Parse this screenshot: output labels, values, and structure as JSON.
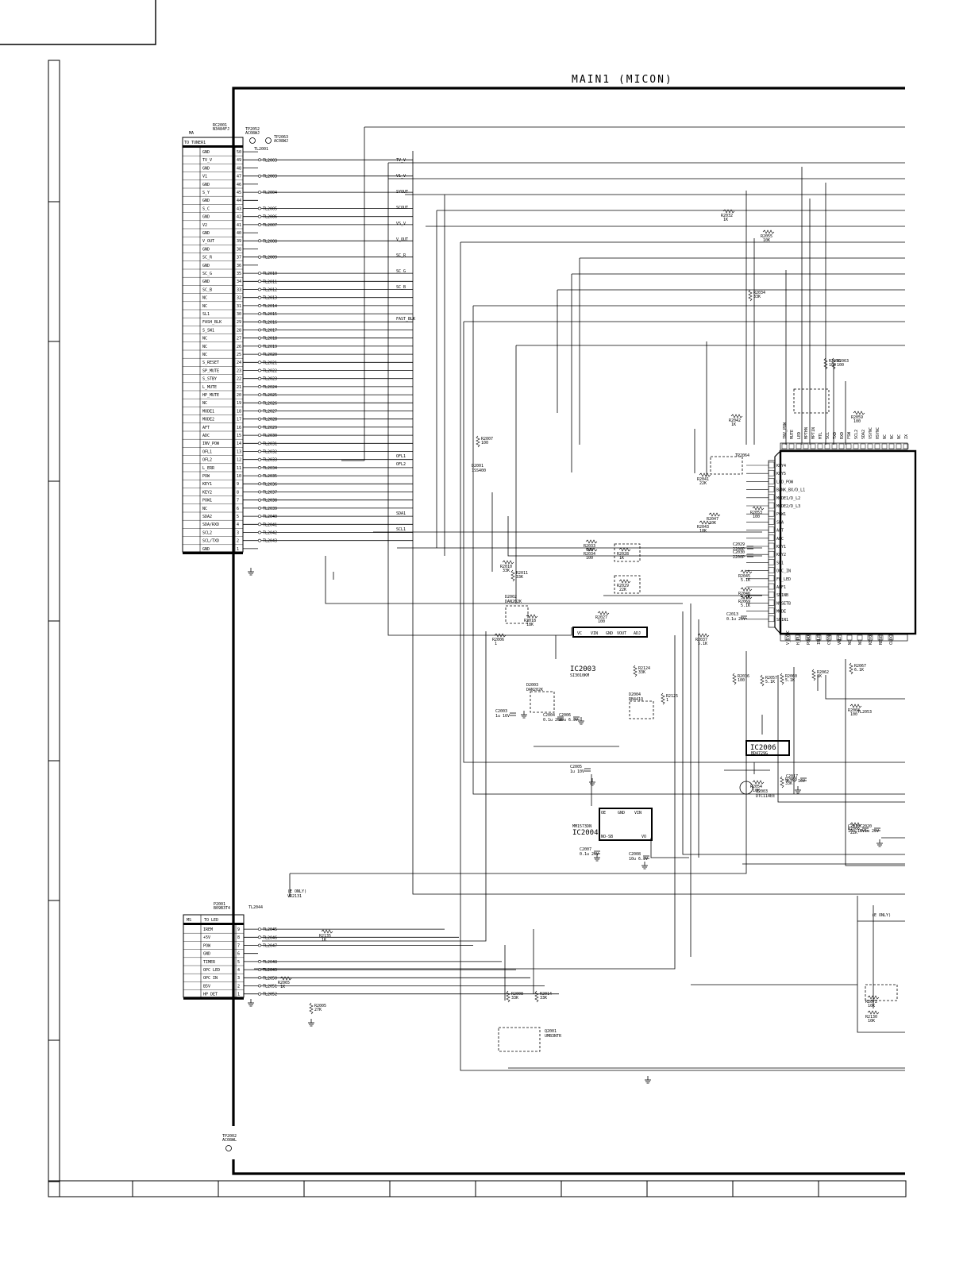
{
  "title": "MAIN1 (MICON)",
  "tuner_connector": {
    "ref": "MA",
    "part": "RC2001",
    "part_no": "N3484FJ",
    "header": "TO TUNER1",
    "pins": [
      {
        "n": "50",
        "name": "GND",
        "tl": ""
      },
      {
        "n": "49",
        "name": "TV_V",
        "tl": "TL2003"
      },
      {
        "n": "48",
        "name": "GND",
        "tl": ""
      },
      {
        "n": "47",
        "name": "V1",
        "tl": "TL2003"
      },
      {
        "n": "46",
        "name": "GND",
        "tl": ""
      },
      {
        "n": "45",
        "name": "S_Y",
        "tl": "TL2004"
      },
      {
        "n": "44",
        "name": "GND",
        "tl": ""
      },
      {
        "n": "43",
        "name": "S_C",
        "tl": "TL2005"
      },
      {
        "n": "42",
        "name": "GND",
        "tl": "TL2006"
      },
      {
        "n": "41",
        "name": "V2",
        "tl": "TL2007"
      },
      {
        "n": "40",
        "name": "GND",
        "tl": ""
      },
      {
        "n": "39",
        "name": "V_OUT",
        "tl": "TL2008"
      },
      {
        "n": "38",
        "name": "GND",
        "tl": ""
      },
      {
        "n": "37",
        "name": "SC_R",
        "tl": "TL2009"
      },
      {
        "n": "36",
        "name": "GND",
        "tl": ""
      },
      {
        "n": "35",
        "name": "SC_G",
        "tl": "TL2010"
      },
      {
        "n": "34",
        "name": "GND",
        "tl": "TL2011"
      },
      {
        "n": "33",
        "name": "SC_B",
        "tl": "TL2012"
      },
      {
        "n": "32",
        "name": "NC",
        "tl": "TL2013"
      },
      {
        "n": "31",
        "name": "NC",
        "tl": "TL2014"
      },
      {
        "n": "30",
        "name": "SL1",
        "tl": "TL2015"
      },
      {
        "n": "29",
        "name": "FASH_BLK",
        "tl": "TL2016"
      },
      {
        "n": "28",
        "name": "S_SW1",
        "tl": "TL2017"
      },
      {
        "n": "27",
        "name": "NC",
        "tl": "TL2018"
      },
      {
        "n": "26",
        "name": "NC",
        "tl": "TL2019"
      },
      {
        "n": "25",
        "name": "NC",
        "tl": "TL2020"
      },
      {
        "n": "24",
        "name": "S_RESET",
        "tl": "TL2021"
      },
      {
        "n": "23",
        "name": "SP_MUTE",
        "tl": "TL2022"
      },
      {
        "n": "22",
        "name": "S_STBY",
        "tl": "TL2023"
      },
      {
        "n": "21",
        "name": "L_MUTE",
        "tl": "TL2024"
      },
      {
        "n": "20",
        "name": "HP_MUTE",
        "tl": "TL2025"
      },
      {
        "n": "19",
        "name": "NC",
        "tl": "TL2026"
      },
      {
        "n": "18",
        "name": "MODE1",
        "tl": "TL2027"
      },
      {
        "n": "17",
        "name": "MODE2",
        "tl": "TL2028"
      },
      {
        "n": "16",
        "name": "AFT",
        "tl": "TL2029"
      },
      {
        "n": "15",
        "name": "ADC",
        "tl": "TL2030"
      },
      {
        "n": "14",
        "name": "INV_POW",
        "tl": "TL2031"
      },
      {
        "n": "13",
        "name": "OFL1",
        "tl": "TL2032"
      },
      {
        "n": "12",
        "name": "OFL2",
        "tl": "TL2033"
      },
      {
        "n": "11",
        "name": "L_ERR",
        "tl": "TL2034"
      },
      {
        "n": "10",
        "name": "POW",
        "tl": "TL2035"
      },
      {
        "n": "9",
        "name": "KEY1",
        "tl": "TL2036"
      },
      {
        "n": "8",
        "name": "KEY2",
        "tl": "TL2037"
      },
      {
        "n": "7",
        "name": "POW1",
        "tl": "TL2038"
      },
      {
        "n": "6",
        "name": "NC",
        "tl": "TL2039"
      },
      {
        "n": "5",
        "name": "SDA2",
        "tl": "TL2040"
      },
      {
        "n": "4",
        "name": "SDA/RXD",
        "tl": "TL2041"
      },
      {
        "n": "3",
        "name": "SCL2",
        "tl": "TL2042"
      },
      {
        "n": "2",
        "name": "SCL/TXD",
        "tl": "TL2043"
      },
      {
        "n": "1",
        "name": "GND",
        "tl": ""
      }
    ]
  },
  "led_connector": {
    "ref": "MS",
    "part": "P2001",
    "part_no": "B09B3T4",
    "header": "TO LED",
    "pins": [
      {
        "n": "9",
        "name": "IREM",
        "tl": "TL2045"
      },
      {
        "n": "8",
        "name": "+5V",
        "tl": "TL2046"
      },
      {
        "n": "7",
        "name": "POW",
        "tl": "TL2047"
      },
      {
        "n": "6",
        "name": "GND",
        "tl": ""
      },
      {
        "n": "5",
        "name": "TIMER",
        "tl": "TL2048"
      },
      {
        "n": "4",
        "name": "OPC LED",
        "tl": "TL2049"
      },
      {
        "n": "3",
        "name": "OPC IN",
        "tl": "TL2050"
      },
      {
        "n": "2",
        "name": "B5V",
        "tl": "TL2051"
      },
      {
        "n": "1",
        "name": "HP DET",
        "tl": "TL2052"
      }
    ]
  },
  "test_points": [
    {
      "name": "TP2052",
      "part": "AC08WJ"
    },
    {
      "name": "TP2063",
      "part": "AC08WJ"
    },
    {
      "name": "TP2002",
      "part": "AC08WL"
    }
  ],
  "bus_labels": [
    "TV_V",
    "V1_V",
    "SYOUT",
    "SCOUT",
    "VS_V",
    "V_OUT",
    "SC_R",
    "SC_G",
    "SC_B",
    "FAST_BLK",
    "OFL1",
    "OFL2",
    "SDA1",
    "SCL1"
  ],
  "ics": [
    {
      "ref": "IC2003",
      "part": "SI3010KM",
      "pins": [
        "VC",
        "VIN",
        "GND",
        "VOUT",
        "ADJ"
      ]
    },
    {
      "ref": "IC2006",
      "part": "BD4729G"
    },
    {
      "ref": "IC2004",
      "part": "MM1573DN",
      "pins": [
        "OE",
        "GND",
        "VIN",
        "NO-SB",
        "VO"
      ]
    }
  ],
  "transistors": [
    {
      "ref": "Q2003",
      "part": "DTC114EE"
    },
    {
      "ref": "Q2001",
      "part": "UMB3NTR"
    }
  ],
  "diodes": [
    {
      "ref": "D2001",
      "part": "1SS400"
    },
    {
      "ref": "D2002",
      "part": "DAN202K"
    },
    {
      "ref": "D2003",
      "part": "DAN202K"
    },
    {
      "ref": "D2004",
      "part": "RB441Q"
    }
  ],
  "resistors": [
    {
      "ref": "R2032",
      "val": "1K"
    },
    {
      "ref": "R2055",
      "val": "10K"
    },
    {
      "ref": "R2034",
      "val": "33K"
    },
    {
      "ref": "R2056",
      "val": "100"
    },
    {
      "ref": "R2063",
      "val": "100"
    },
    {
      "ref": "R2059",
      "val": "100"
    },
    {
      "ref": "R2042",
      "val": "1K"
    },
    {
      "ref": "R2041",
      "val": "22K"
    },
    {
      "ref": "R2047",
      "val": "10K"
    },
    {
      "ref": "R2043",
      "val": "10K"
    },
    {
      "ref": "R2053",
      "val": "100"
    },
    {
      "ref": "R2033",
      "val": "100"
    },
    {
      "ref": "R2034",
      "val": "100"
    },
    {
      "ref": "R2028",
      "val": "1K"
    },
    {
      "ref": "R2029",
      "val": "22K"
    },
    {
      "ref": "R2045",
      "val": "5.1K"
    },
    {
      "ref": "R2046",
      "val": "5.1K"
    },
    {
      "ref": "R2069",
      "val": "5.1K"
    },
    {
      "ref": "R2010",
      "val": "33K"
    },
    {
      "ref": "R2011",
      "val": "33K"
    },
    {
      "ref": "R2007",
      "val": "100"
    },
    {
      "ref": "R2006",
      "val": "1"
    },
    {
      "ref": "R2018",
      "val": "18K"
    },
    {
      "ref": "R2027",
      "val": "100"
    },
    {
      "ref": "R2037",
      "val": "5.1K"
    },
    {
      "ref": "R2124",
      "val": "33K"
    },
    {
      "ref": "R2125",
      "val": "1"
    },
    {
      "ref": "R2036",
      "val": "100"
    },
    {
      "ref": "R2067",
      "val": "6.1K"
    },
    {
      "ref": "R2060",
      "val": "5.1K"
    },
    {
      "ref": "R2062",
      "val": "1K"
    },
    {
      "ref": "R2057",
      "val": "5.1K"
    },
    {
      "ref": "R2068",
      "val": "100"
    },
    {
      "ref": "R2054",
      "val": "10K"
    },
    {
      "ref": "R2058",
      "val": "33K"
    },
    {
      "ref": "R2066",
      "val": "22K"
    },
    {
      "ref": "R2135",
      "val": "1K"
    },
    {
      "ref": "R2065",
      "val": "1K"
    },
    {
      "ref": "R2005",
      "val": "27K"
    },
    {
      "ref": "R2008",
      "val": "33K"
    },
    {
      "ref": "R2014",
      "val": "33K"
    },
    {
      "ref": "R2072",
      "val": "10K"
    },
    {
      "ref": "R2130",
      "val": "10K"
    }
  ],
  "capacitors": [
    {
      "ref": "C2003",
      "val": "1u 16V"
    },
    {
      "ref": "C2004",
      "val": "0.1u 25V"
    },
    {
      "ref": "C2006",
      "val": "22u 6.3V"
    },
    {
      "ref": "C2005",
      "val": "1u 10V"
    },
    {
      "ref": "C2007",
      "val": "0.1u 25V"
    },
    {
      "ref": "C2008",
      "val": "10u 6.3V"
    },
    {
      "ref": "C2017",
      "val": "4.7u 16V"
    },
    {
      "ref": "C2016",
      "val": "10u 16V"
    },
    {
      "ref": "C2020",
      "val": "0.1u 25V"
    },
    {
      "ref": "C2013",
      "val": "0.1u 25V"
    },
    {
      "ref": "C2029",
      "val": "2200P"
    },
    {
      "ref": "C2030",
      "val": "2200P"
    }
  ],
  "annotations": {
    "e_only_1": "(E ONLY)",
    "e_only_2": "(E ONLY)",
    "r2131": "VR2131",
    "tp2064": "TP2064",
    "tl2044": "TL2044",
    "tl2001": "TL2001",
    "tl2053": "TL2053"
  },
  "micon_left_pins": [
    "KEY4",
    "KEY5",
    "LED_POW",
    "BANK_BX/D_L1",
    "MODE1/D_L2",
    "MODE2/D_L3",
    "POW1",
    "SDA",
    "AFT",
    "ADC",
    "KEY1",
    "KEY2",
    "SL1",
    "OPC_IN",
    "FH_LED",
    "ALF1",
    "SW1NB",
    "NVSETB",
    "MODE",
    "SW1N1"
  ],
  "micon_top_pins": [
    "INV_POW",
    "MUTE",
    "LED",
    "MPTHN",
    "MPT1N",
    "MTL",
    "SCL",
    "TXD",
    "RXD",
    "FSW",
    "SCL2",
    "SDA2",
    "VSYNC",
    "HSYNC",
    "NC",
    "NC",
    "NC",
    "ZX"
  ],
  "micon_bottom_pins": [
    "V_SYNC",
    "H_PLL",
    "POWD",
    "IRLED",
    "CSYNC",
    "VREF",
    "NC",
    "NC",
    "KEY0",
    "RESET",
    "CLOCK"
  ]
}
